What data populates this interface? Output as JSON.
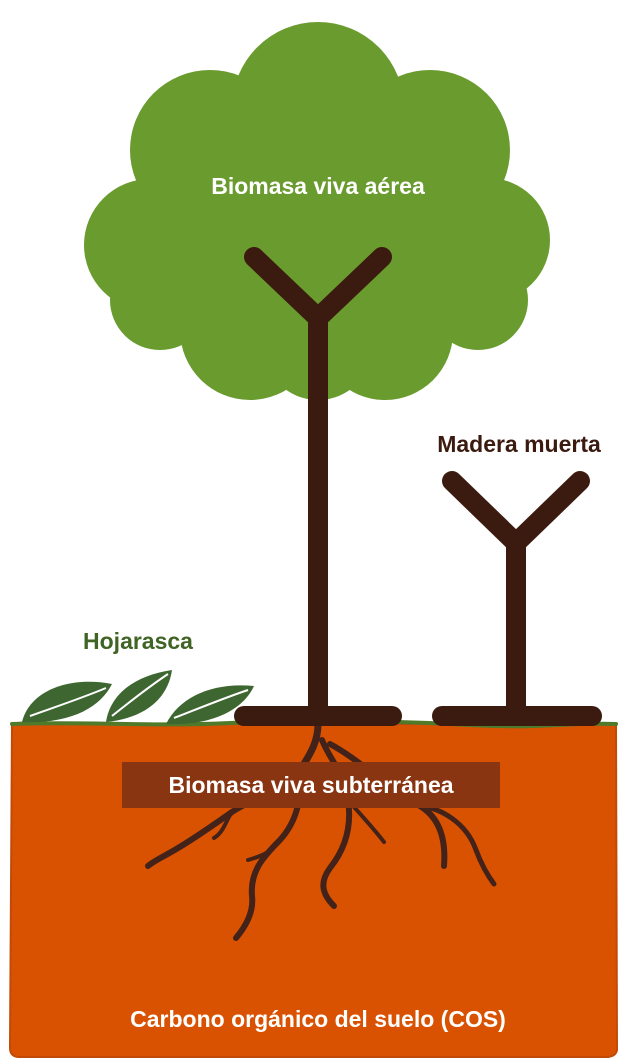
{
  "labels": {
    "above_ground": "Biomasa viva aérea",
    "dead_wood": "Madera muerta",
    "litter": "Hojarasca",
    "below_ground": "Biomasa viva subterránea",
    "soil_carbon": "Carbono orgánico del suelo (COS)"
  },
  "colors": {
    "canopy": "#6a9b2e",
    "trunk": "#3b1a10",
    "soil": "#d95202",
    "soil_edge": "#c24a06",
    "grass": "#4e7a2a",
    "leaves": "#3e6630",
    "roots": "#43221a",
    "label_box": "#8a3512",
    "text_light": "#ffffff",
    "text_dark": "#3b1a10",
    "text_green": "#3f6424"
  }
}
